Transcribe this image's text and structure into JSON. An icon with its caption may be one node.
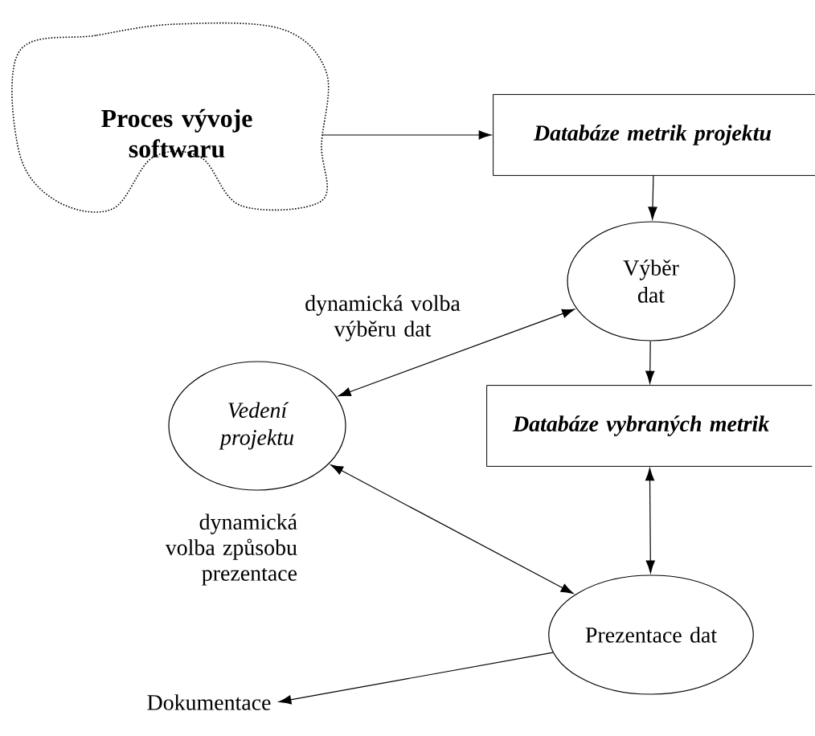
{
  "diagram": {
    "nodes": [
      {
        "text": [
          "Proces vývoje softwaru"
        ]
      },
      {
        "text": [
          "Databáze metrik projektu"
        ]
      },
      {
        "text": [
          "Výběr dat"
        ]
      },
      {
        "text": [
          "Vedení projektu"
        ]
      },
      {
        "text": [
          "Databáze vybraných metrik"
        ]
      },
      {
        "text": [
          "Prezentace dat"
        ]
      },
      {
        "text": [
          "Dokumentace"
        ]
      }
    ],
    "edges": [
      {
        "from": 0,
        "to": 1,
        "arrow": "to"
      },
      {
        "from": 1,
        "to": 2,
        "arrow": "to"
      },
      {
        "from": 2,
        "to": 3,
        "arrow": "both",
        "label": "dynamická volba výběru dat"
      },
      {
        "from": 2,
        "to": 4,
        "arrow": "to"
      },
      {
        "from": 4,
        "to": 5,
        "arrow": "both"
      },
      {
        "from": 3,
        "to": 5,
        "arrow": "both",
        "label": "dynamická volba způsobu prezentace"
      },
      {
        "from": 5,
        "to": 6,
        "arrow": "to"
      }
    ]
  }
}
